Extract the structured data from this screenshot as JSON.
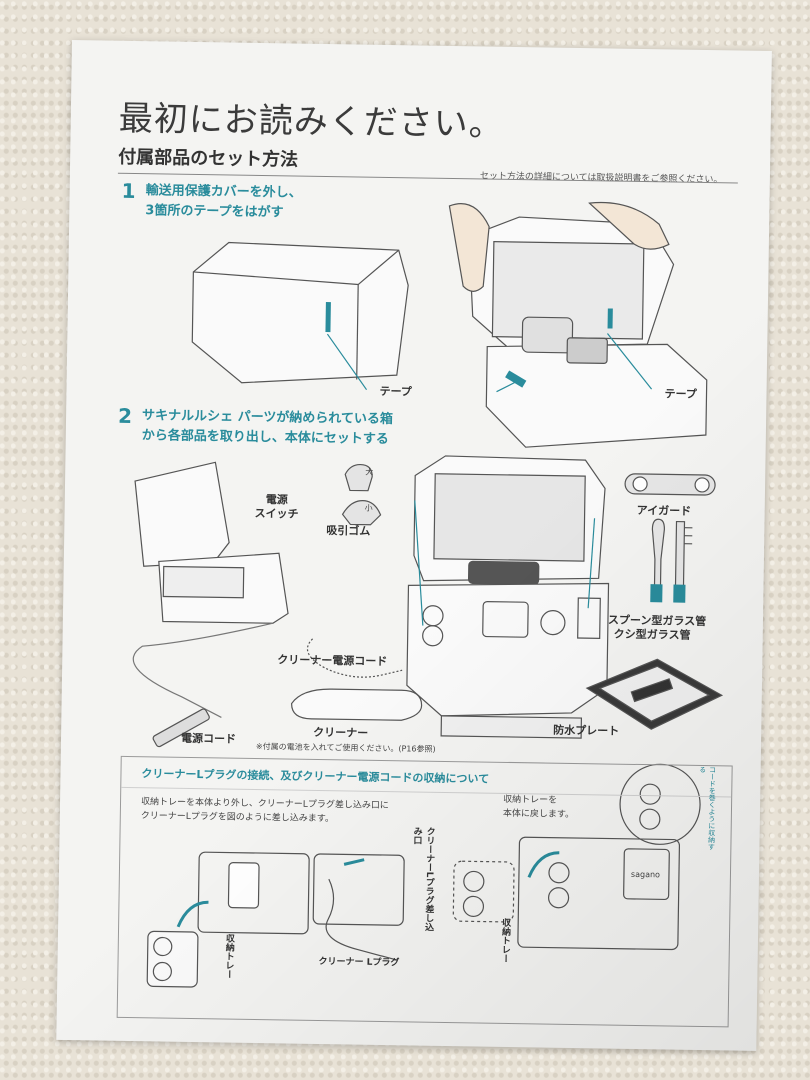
{
  "title": "最初にお読みください。",
  "subtitle": "付属部品のセット方法",
  "reference_note": "セット方法の詳細については取扱説明書をご参照ください。",
  "step1": {
    "number": "1",
    "line1": "輸送用保護カバーを外し、",
    "line2": "3箇所のテープをはがす",
    "tape_label_left": "テープ",
    "tape_label_right": "テープ"
  },
  "step2": {
    "number": "2",
    "line1": "サキナルルシェ パーツが納められている箱",
    "line2": "から各部品を取り出し、本体にセットする"
  },
  "labels": {
    "power_switch_1": "電源",
    "power_switch_2": "スイッチ",
    "suction_rubber": "吸引ゴム",
    "size_large": "大",
    "size_small": "小",
    "eye_guard": "アイガード",
    "spoon_glass": "スプーン型ガラス管",
    "comb_glass": "クシ型ガラス管",
    "cleaner_cord": "クリーナー電源コード",
    "waterproof_plate": "防水プレート",
    "power_cord": "電源コード",
    "cleaner": "クリーナー",
    "battery_note": "※付属の電池を入れてご使用ください。(P16参照)"
  },
  "box": {
    "heading": "クリーナーLプラグの接続、及びクリーナー電源コードの収納について",
    "instr_left_1": "収納トレーを本体より外し、クリーナーLプラグ差し込み口に",
    "instr_left_2": "クリーナーLプラグを図のように差し込みます。",
    "instr_right_1": "収納トレーを",
    "instr_right_2": "本体に戻します。",
    "plug_inlet": "クリーナーLプラグ差し込み口",
    "plug_label": "クリーナー Lプラグ",
    "tray_label_1": "収納トレー",
    "tray_label_2": "収納トレー",
    "cord_note": "コードを巻くように収納する",
    "brand": "sagano"
  },
  "colors": {
    "accent": "#2a8c9c",
    "line": "#555555",
    "paper": "#f4f4f2"
  }
}
